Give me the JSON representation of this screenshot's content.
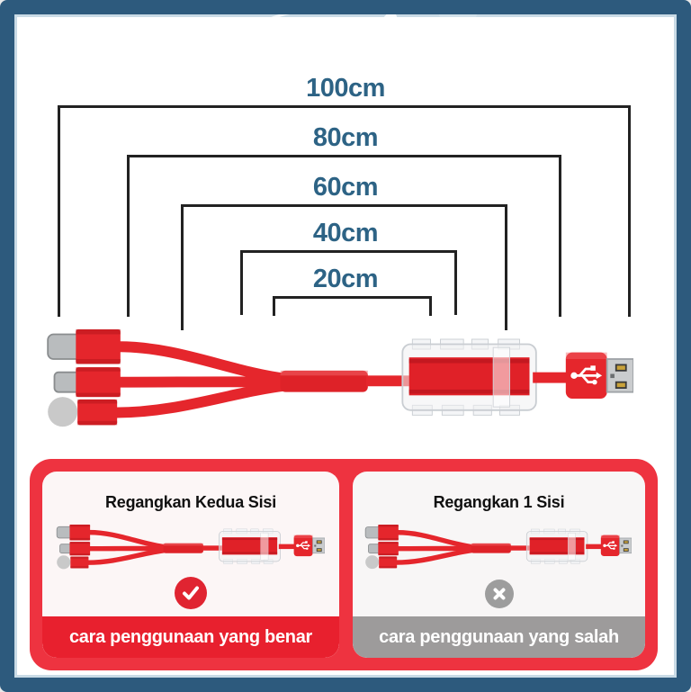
{
  "frame": {
    "border_color": "#2d5a7d"
  },
  "measurements": {
    "label_color": "#2d6385",
    "bracket_color": "#222222",
    "labels": [
      "100cm",
      "80cm",
      "60cm",
      "40cm",
      "20cm"
    ]
  },
  "cable": {
    "color": "#e5262c",
    "connector_icons": [
      "usb-c-connector-icon",
      "micro-usb-connector-icon",
      "round-connector-icon",
      "retractable-reel-icon",
      "usb-a-connector-icon"
    ]
  },
  "usage_box": {
    "border_color": "#ee3340",
    "left_panel": {
      "title": "Regangkan Kedua Sisi",
      "badge_icon": "check-icon",
      "badge_color": "#e02431",
      "banner_text": "cara penggunaan yang benar",
      "banner_color": "#e8202e",
      "banner_text_color": "#ffffff"
    },
    "right_panel": {
      "title": "Regangkan 1 Sisi",
      "badge_icon": "cross-icon",
      "badge_color": "#9d9d9d",
      "banner_text": "cara penggunaan yang salah",
      "banner_color": "#9d9b9b",
      "banner_text_color": "#ffffff"
    }
  }
}
